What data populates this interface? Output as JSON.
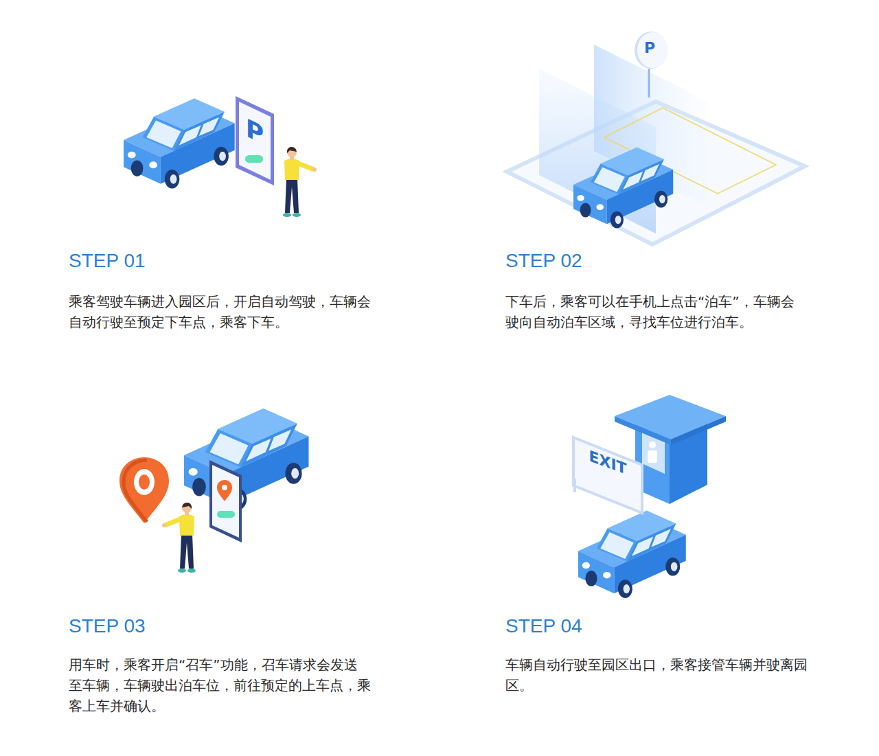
{
  "diagram": {
    "nodes": [
      {
        "text": [
          "P"
        ]
      },
      {
        "text": [
          "P"
        ]
      },
      {
        "text": [
          "EXIT"
        ]
      }
    ],
    "labels": [
      "STEP 01",
      "乘客驾驶车辆进入园区后，开启自动驾驶，车辆会自动行驶至预定下车点，乘客下车。",
      "STEP 02",
      "下车后，乘客可以在手机上点击“泊车”，车辆会驶向自动泊车区域，寻找车位进行泊车。",
      "STEP 03",
      "用车时，乘客开启“召车”功能，召车请求会发送至车辆，车辆驶出泊车位，前往预定的上车点，乘客上车并确认。",
      "STEP 04",
      "车辆自动行驶至园区出口，乘客接管车辆并驶离园区。"
    ]
  }
}
